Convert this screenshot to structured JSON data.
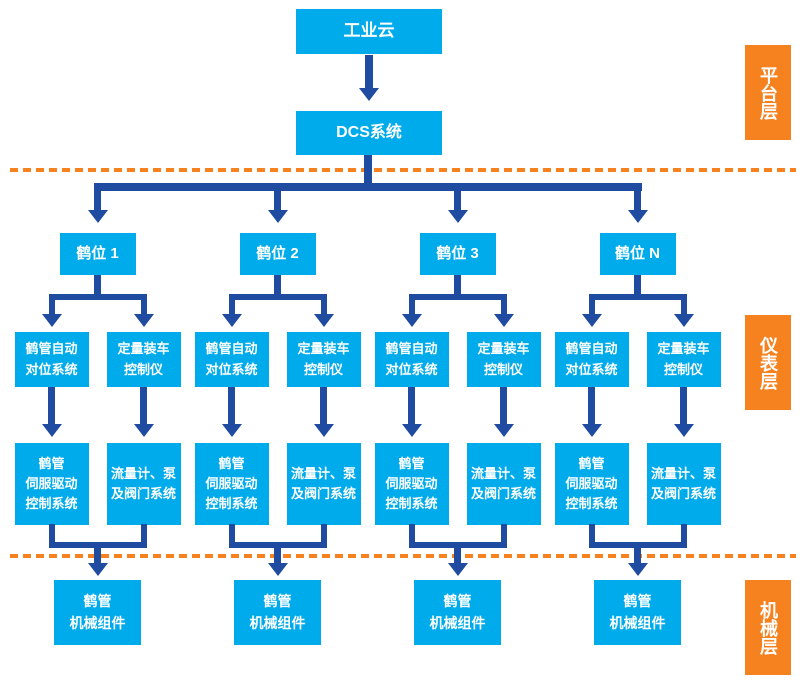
{
  "colors": {
    "node_cyan": "#00ABEB",
    "arrow_navy": "#1F4BA0",
    "layer_orange": "#F5821F",
    "text_white": "#FFFFFF"
  },
  "top": {
    "cloud_label": "工业云",
    "dcs_label": "DCS系统"
  },
  "layer_labels": [
    {
      "label": "平台层"
    },
    {
      "label": "仪表层"
    },
    {
      "label": "机械层"
    }
  ],
  "columns": [
    {
      "station_label": "鹤位 1",
      "row1_left": "鹤管自动\n对位系统",
      "row1_right": "定量装车\n控制仪",
      "row2_left": "鹤管\n伺服驱动\n控制系统",
      "row2_right": "流量计、泵\n及阀门系统",
      "bottom_label": "鹤管\n机械组件"
    },
    {
      "station_label": "鹤位 2",
      "row1_left": "鹤管自动\n对位系统",
      "row1_right": "定量装车\n控制仪",
      "row2_left": "鹤管\n伺服驱动\n控制系统",
      "row2_right": "流量计、泵\n及阀门系统",
      "bottom_label": "鹤管\n机械组件"
    },
    {
      "station_label": "鹤位 3",
      "row1_left": "鹤管自动\n对位系统",
      "row1_right": "定量装车\n控制仪",
      "row2_left": "鹤管\n伺服驱动\n控制系统",
      "row2_right": "流量计、泵\n及阀门系统",
      "bottom_label": "鹤管\n机械组件"
    },
    {
      "station_label": "鹤位 N",
      "row1_left": "鹤管自动\n对位系统",
      "row1_right": "定量装车\n控制仪",
      "row2_left": "鹤管\n伺服驱动\n控制系统",
      "row2_right": "流量计、泵\n及阀门系统",
      "bottom_label": "鹤管\n机械组件"
    }
  ]
}
